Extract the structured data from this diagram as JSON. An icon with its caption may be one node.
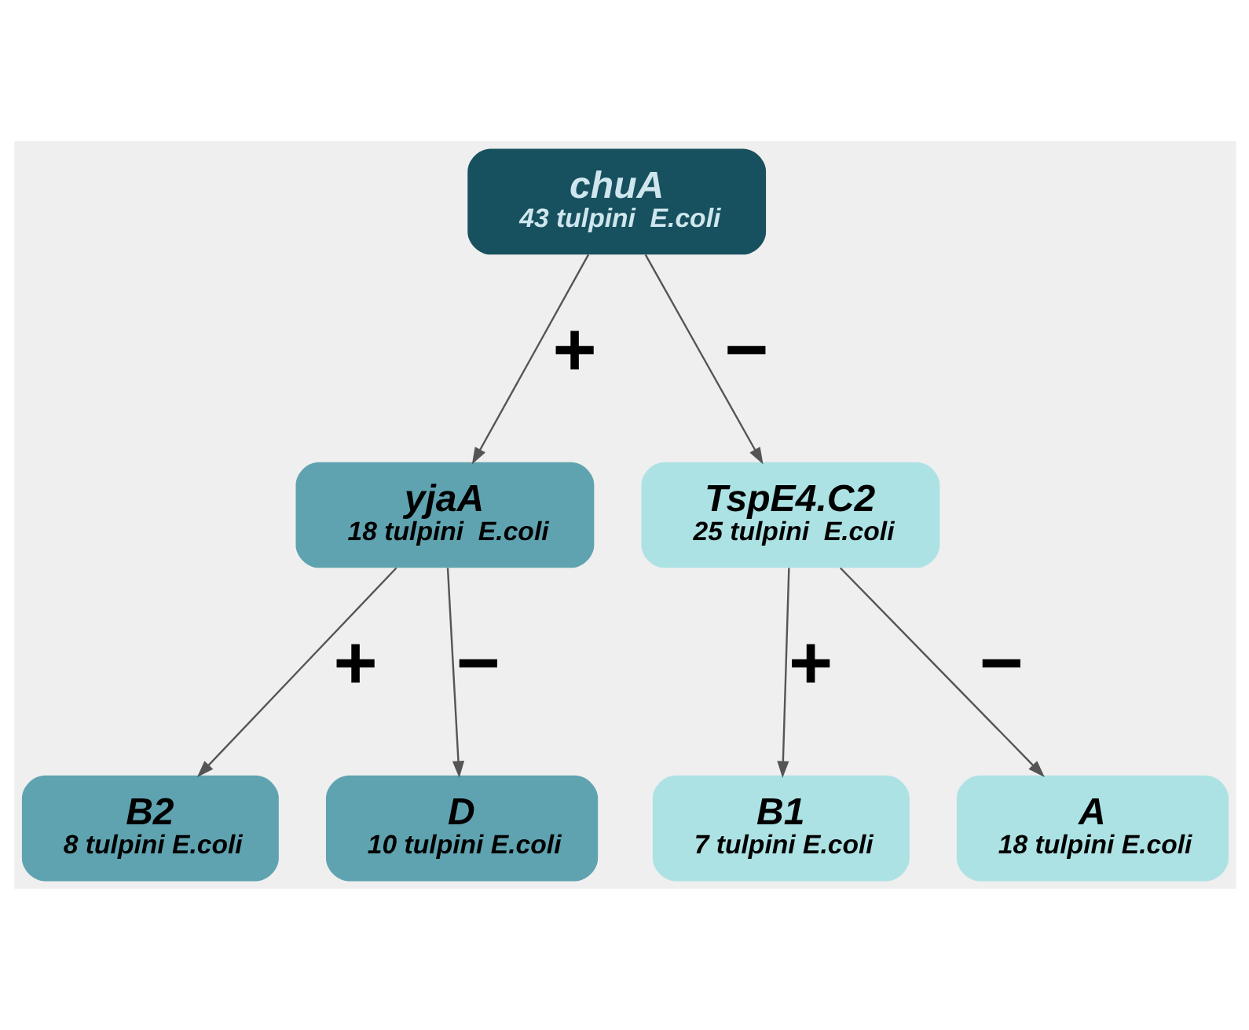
{
  "diagram": {
    "nodes": [
      {
        "text": [
          "chuA",
          "43 tulpini  E.coli"
        ]
      },
      {
        "text": [
          "yjaA",
          "18 tulpini  E.coli"
        ]
      },
      {
        "text": [
          "TspE4.C2",
          "25 tulpini  E.coli"
        ]
      },
      {
        "text": [
          "B2",
          "8 tulpini E.coli"
        ]
      },
      {
        "text": [
          "D",
          "10 tulpini E.coli"
        ]
      },
      {
        "text": [
          "B1",
          "7 tulpini E.coli"
        ]
      },
      {
        "text": [
          "A",
          "18 tulpini E.coli"
        ]
      }
    ],
    "edges": [
      {
        "from": 0,
        "to": 1,
        "arrow": "to",
        "label": "+"
      },
      {
        "from": 0,
        "to": 2,
        "arrow": "to",
        "label": "−"
      },
      {
        "from": 1,
        "to": 3,
        "arrow": "to",
        "label": "+"
      },
      {
        "from": 1,
        "to": 4,
        "arrow": "to",
        "label": "−"
      },
      {
        "from": 2,
        "to": 5,
        "arrow": "to",
        "label": "+"
      },
      {
        "from": 2,
        "to": 6,
        "arrow": "to",
        "label": "−"
      }
    ]
  }
}
